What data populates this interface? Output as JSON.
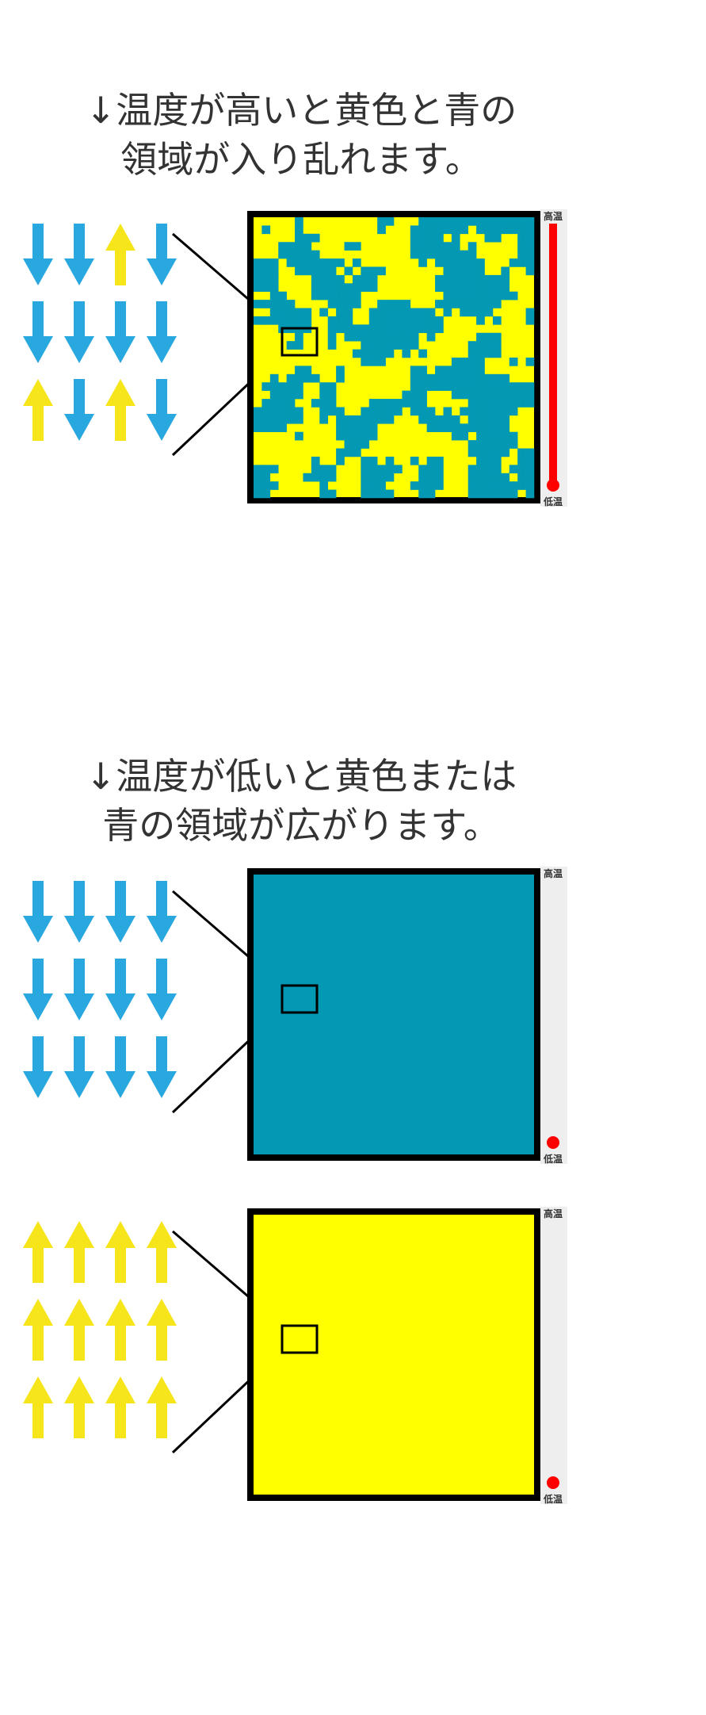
{
  "section_high": {
    "caption_line1": "↓温度が高いと黄色と青の",
    "caption_line2": "領域が入り乱れます。",
    "spins": [
      [
        "down",
        "down",
        "up",
        "down"
      ],
      [
        "down",
        "down",
        "down",
        "down"
      ],
      [
        "up",
        "down",
        "up",
        "down"
      ]
    ],
    "lattice": "mixed",
    "thermometer_level": 1.0,
    "label_high": "高温",
    "label_low": "低温"
  },
  "section_low": {
    "caption_line1": "↓温度が低いと黄色または",
    "caption_line2": "青の領域が広がります。",
    "panels": [
      {
        "spins": [
          [
            "down",
            "down",
            "down",
            "down"
          ],
          [
            "down",
            "down",
            "down",
            "down"
          ],
          [
            "down",
            "down",
            "down",
            "down"
          ]
        ],
        "lattice": "blue",
        "thermometer_level": 0.0,
        "label_high": "高温",
        "label_low": "低温"
      },
      {
        "spins": [
          [
            "up",
            "up",
            "up",
            "up"
          ],
          [
            "up",
            "up",
            "up",
            "up"
          ],
          [
            "up",
            "up",
            "up",
            "up"
          ]
        ],
        "lattice": "yellow",
        "thermometer_level": 0.0,
        "label_high": "高温",
        "label_low": "低温"
      }
    ]
  },
  "colors": {
    "blue_spin": "#29a8e0",
    "yellow_spin": "#f5e51a",
    "lattice_blue": "#0398b3",
    "lattice_yellow": "#ffff00",
    "thermometer_red": "#ff0000",
    "thermometer_bg": "#eeeeee"
  }
}
